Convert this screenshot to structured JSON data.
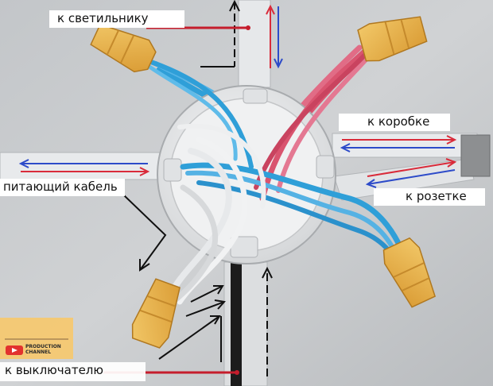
{
  "labels": {
    "to_light": "к светильнику",
    "to_box": "к коробке",
    "supply_cable": "питающий кабель",
    "to_socket": "к розетке",
    "to_switch": "к выключателю"
  },
  "watermark": {
    "line1": "PRODUCTION",
    "line2": "CHANNEL",
    "icon": "play-icon"
  },
  "colors": {
    "red_arrow": "#d92b3a",
    "blue_arrow": "#2d4bc9",
    "blue_wire": "#2f9fd8",
    "red_wire": "#d9546f",
    "white_wire": "#e4e6e8",
    "connector": "#e7b049",
    "box": "#eceeef"
  }
}
